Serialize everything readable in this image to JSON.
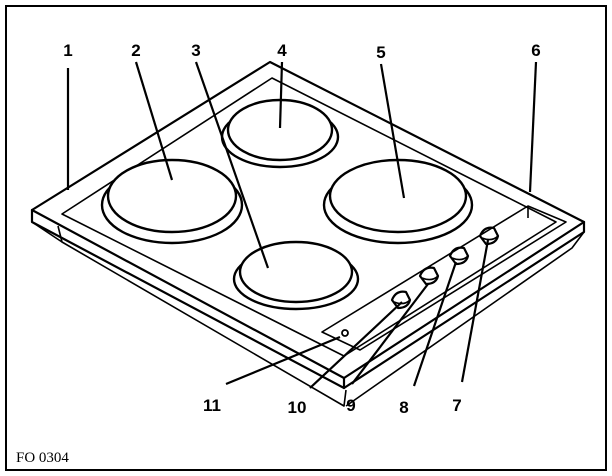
{
  "figure": {
    "code": "FO 0304",
    "callouts": {
      "c1": "1",
      "c2": "2",
      "c3": "3",
      "c4": "4",
      "c5": "5",
      "c6": "6",
      "c7": "7",
      "c8": "8",
      "c9": "9",
      "c10": "10",
      "c11": "11"
    }
  }
}
